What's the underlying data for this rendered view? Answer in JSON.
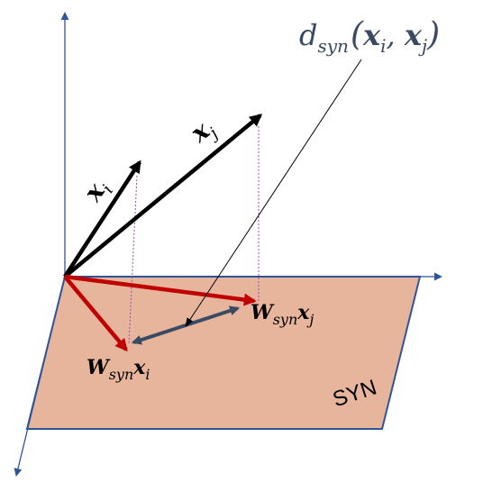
{
  "labels": {
    "distance": {
      "main": "d",
      "sub": "syn",
      "open": "(",
      "x": "x",
      "i": "i",
      "comma": ", ",
      "x2": "x",
      "j": "j",
      "close": ")"
    },
    "xi": {
      "main": "x",
      "sub": "i"
    },
    "xj": {
      "main": "x",
      "sub": "j"
    },
    "wxi": {
      "W": "W",
      "sub": "syn",
      "x": "x",
      "i": "i"
    },
    "wxj": {
      "W": "W",
      "sub": "syn",
      "x": "x",
      "j": "j"
    },
    "plane": "SYN"
  },
  "colors": {
    "axis": "#2f5597",
    "plane_fill": "#e7b49c",
    "plane_stroke": "#2f5597",
    "original_vectors": "#000000",
    "projected_vectors": "#c00000",
    "distance_arrow": "#3b4a63",
    "projection_lines": "#a347b4",
    "label_text": "#3b4a63"
  }
}
